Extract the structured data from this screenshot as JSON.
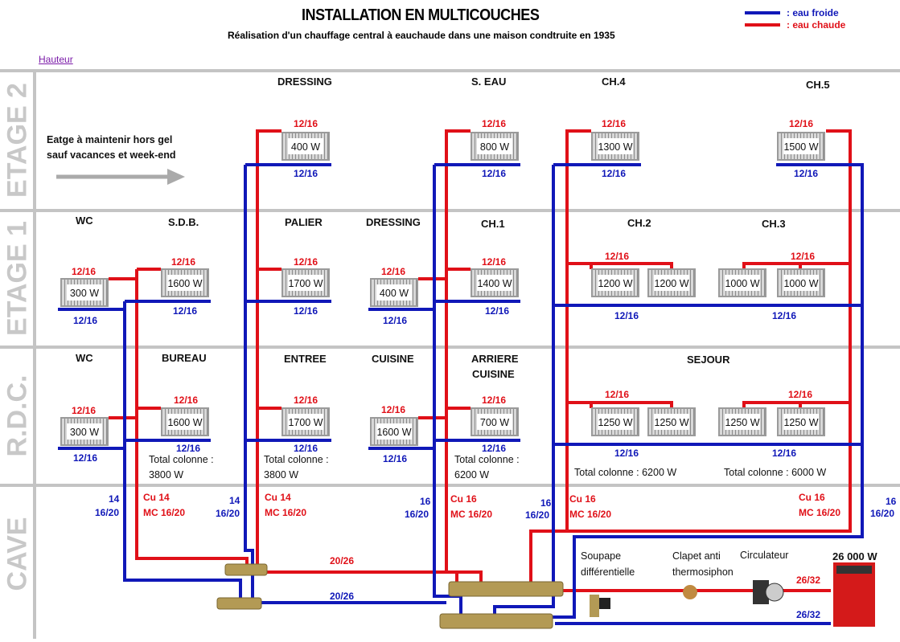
{
  "header": {
    "title": "INSTALLATION EN MULTICOUCHES",
    "subtitle": "Réalisation d'un chauffage central à eauchaude dans une maison condtruite en 1935"
  },
  "legend": {
    "cold": ": eau froide",
    "hot": ": eau chaude",
    "cold_color": "#1018b8",
    "hot_color": "#e01018"
  },
  "link": "Hauteur",
  "floors": [
    "ETAGE 2",
    "ETAGE 1",
    "R.D.C.",
    "CAVE"
  ],
  "note": [
    "Eatge à maintenir hors gel",
    "sauf vacances et week-end"
  ],
  "rooms": {
    "e2": [
      "DRESSING",
      "S. EAU",
      "CH.4",
      "CH.5"
    ],
    "e1": [
      "WC",
      "S.D.B.",
      "PALIER",
      "DRESSING",
      "CH.1",
      "CH.2",
      "CH.3"
    ],
    "rdc": [
      "WC",
      "BUREAU",
      "ENTREE",
      "CUISINE",
      "ARRIERE",
      "CUISINE",
      "SEJOUR"
    ]
  },
  "radiators": {
    "e2": [
      "400 W",
      "800 W",
      "1300 W",
      "1500 W"
    ],
    "e1": [
      "300 W",
      "1600 W",
      "1700 W",
      "400 W",
      "1400 W",
      "1200 W",
      "1200 W",
      "1000 W",
      "1000 W"
    ],
    "rdc": [
      "300 W",
      "1600 W",
      "1700 W",
      "1600 W",
      "700 W",
      "1250 W",
      "1250 W",
      "1250 W",
      "1250 W"
    ]
  },
  "pipe_size": "12/16",
  "totals": {
    "label": "Total colonne :",
    "c1": "3800 W",
    "c2": "3800 W",
    "c3": "6200 W",
    "c4": "Total colonne : 6200 W",
    "c5": "Total colonne : 6000 W"
  },
  "cave": {
    "b1": [
      "14",
      "16/20"
    ],
    "r1": [
      "Cu 14",
      "MC 16/20"
    ],
    "b2": [
      "14",
      "16/20"
    ],
    "r2": [
      "Cu 14",
      "MC 16/20"
    ],
    "b3": [
      "16",
      "16/20"
    ],
    "r3": [
      "Cu 16",
      "MC 16/20"
    ],
    "b4": [
      "16",
      "16/20"
    ],
    "r4": [
      "Cu 16",
      "MC 16/20"
    ],
    "r5": [
      "Cu 16",
      "MC 16/20"
    ],
    "b5": [
      "16",
      "16/20"
    ],
    "main_hot": "20/26",
    "main_cold": "20/26",
    "soupape": [
      "Soupape",
      "différentielle"
    ],
    "clapet": [
      "Clapet anti",
      "thermosiphon"
    ],
    "circulateur": "Circulateur",
    "boiler_hot": "26/32",
    "boiler_cold": "26/32",
    "boiler_power": "26 000 W"
  }
}
